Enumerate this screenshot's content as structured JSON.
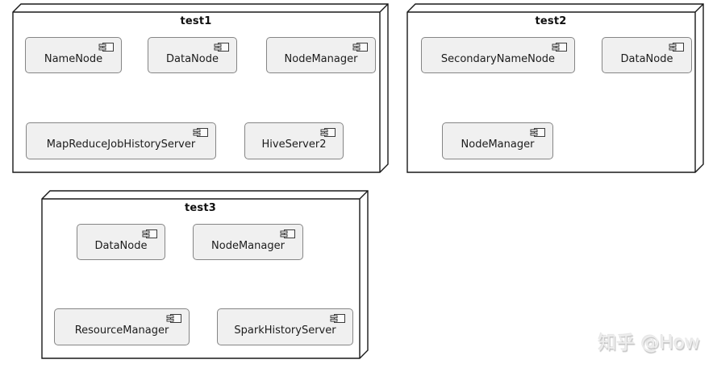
{
  "diagram_type": "uml-deployment-diagram",
  "colors": {
    "background": "#ffffff",
    "node_fill": "#ffffff",
    "node_border": "#181818",
    "component_fill": "#f0f0f0",
    "component_border": "#858585",
    "text": "#1c1c1c",
    "watermark": "#cccccc"
  },
  "nodes": [
    {
      "title": "test1",
      "components": [
        {
          "label": "NameNode"
        },
        {
          "label": "DataNode"
        },
        {
          "label": "NodeManager"
        },
        {
          "label": "MapReduceJobHistoryServer"
        },
        {
          "label": "HiveServer2"
        }
      ]
    },
    {
      "title": "test2",
      "components": [
        {
          "label": "SecondaryNameNode"
        },
        {
          "label": "DataNode"
        },
        {
          "label": "NodeManager"
        }
      ]
    },
    {
      "title": "test3",
      "components": [
        {
          "label": "DataNode"
        },
        {
          "label": "NodeManager"
        },
        {
          "label": "ResourceManager"
        },
        {
          "label": "SparkHistoryServer"
        }
      ]
    }
  ],
  "watermark": {
    "text": "知乎 @How"
  },
  "icons": {
    "component_icon": "uml-component-symbol"
  }
}
